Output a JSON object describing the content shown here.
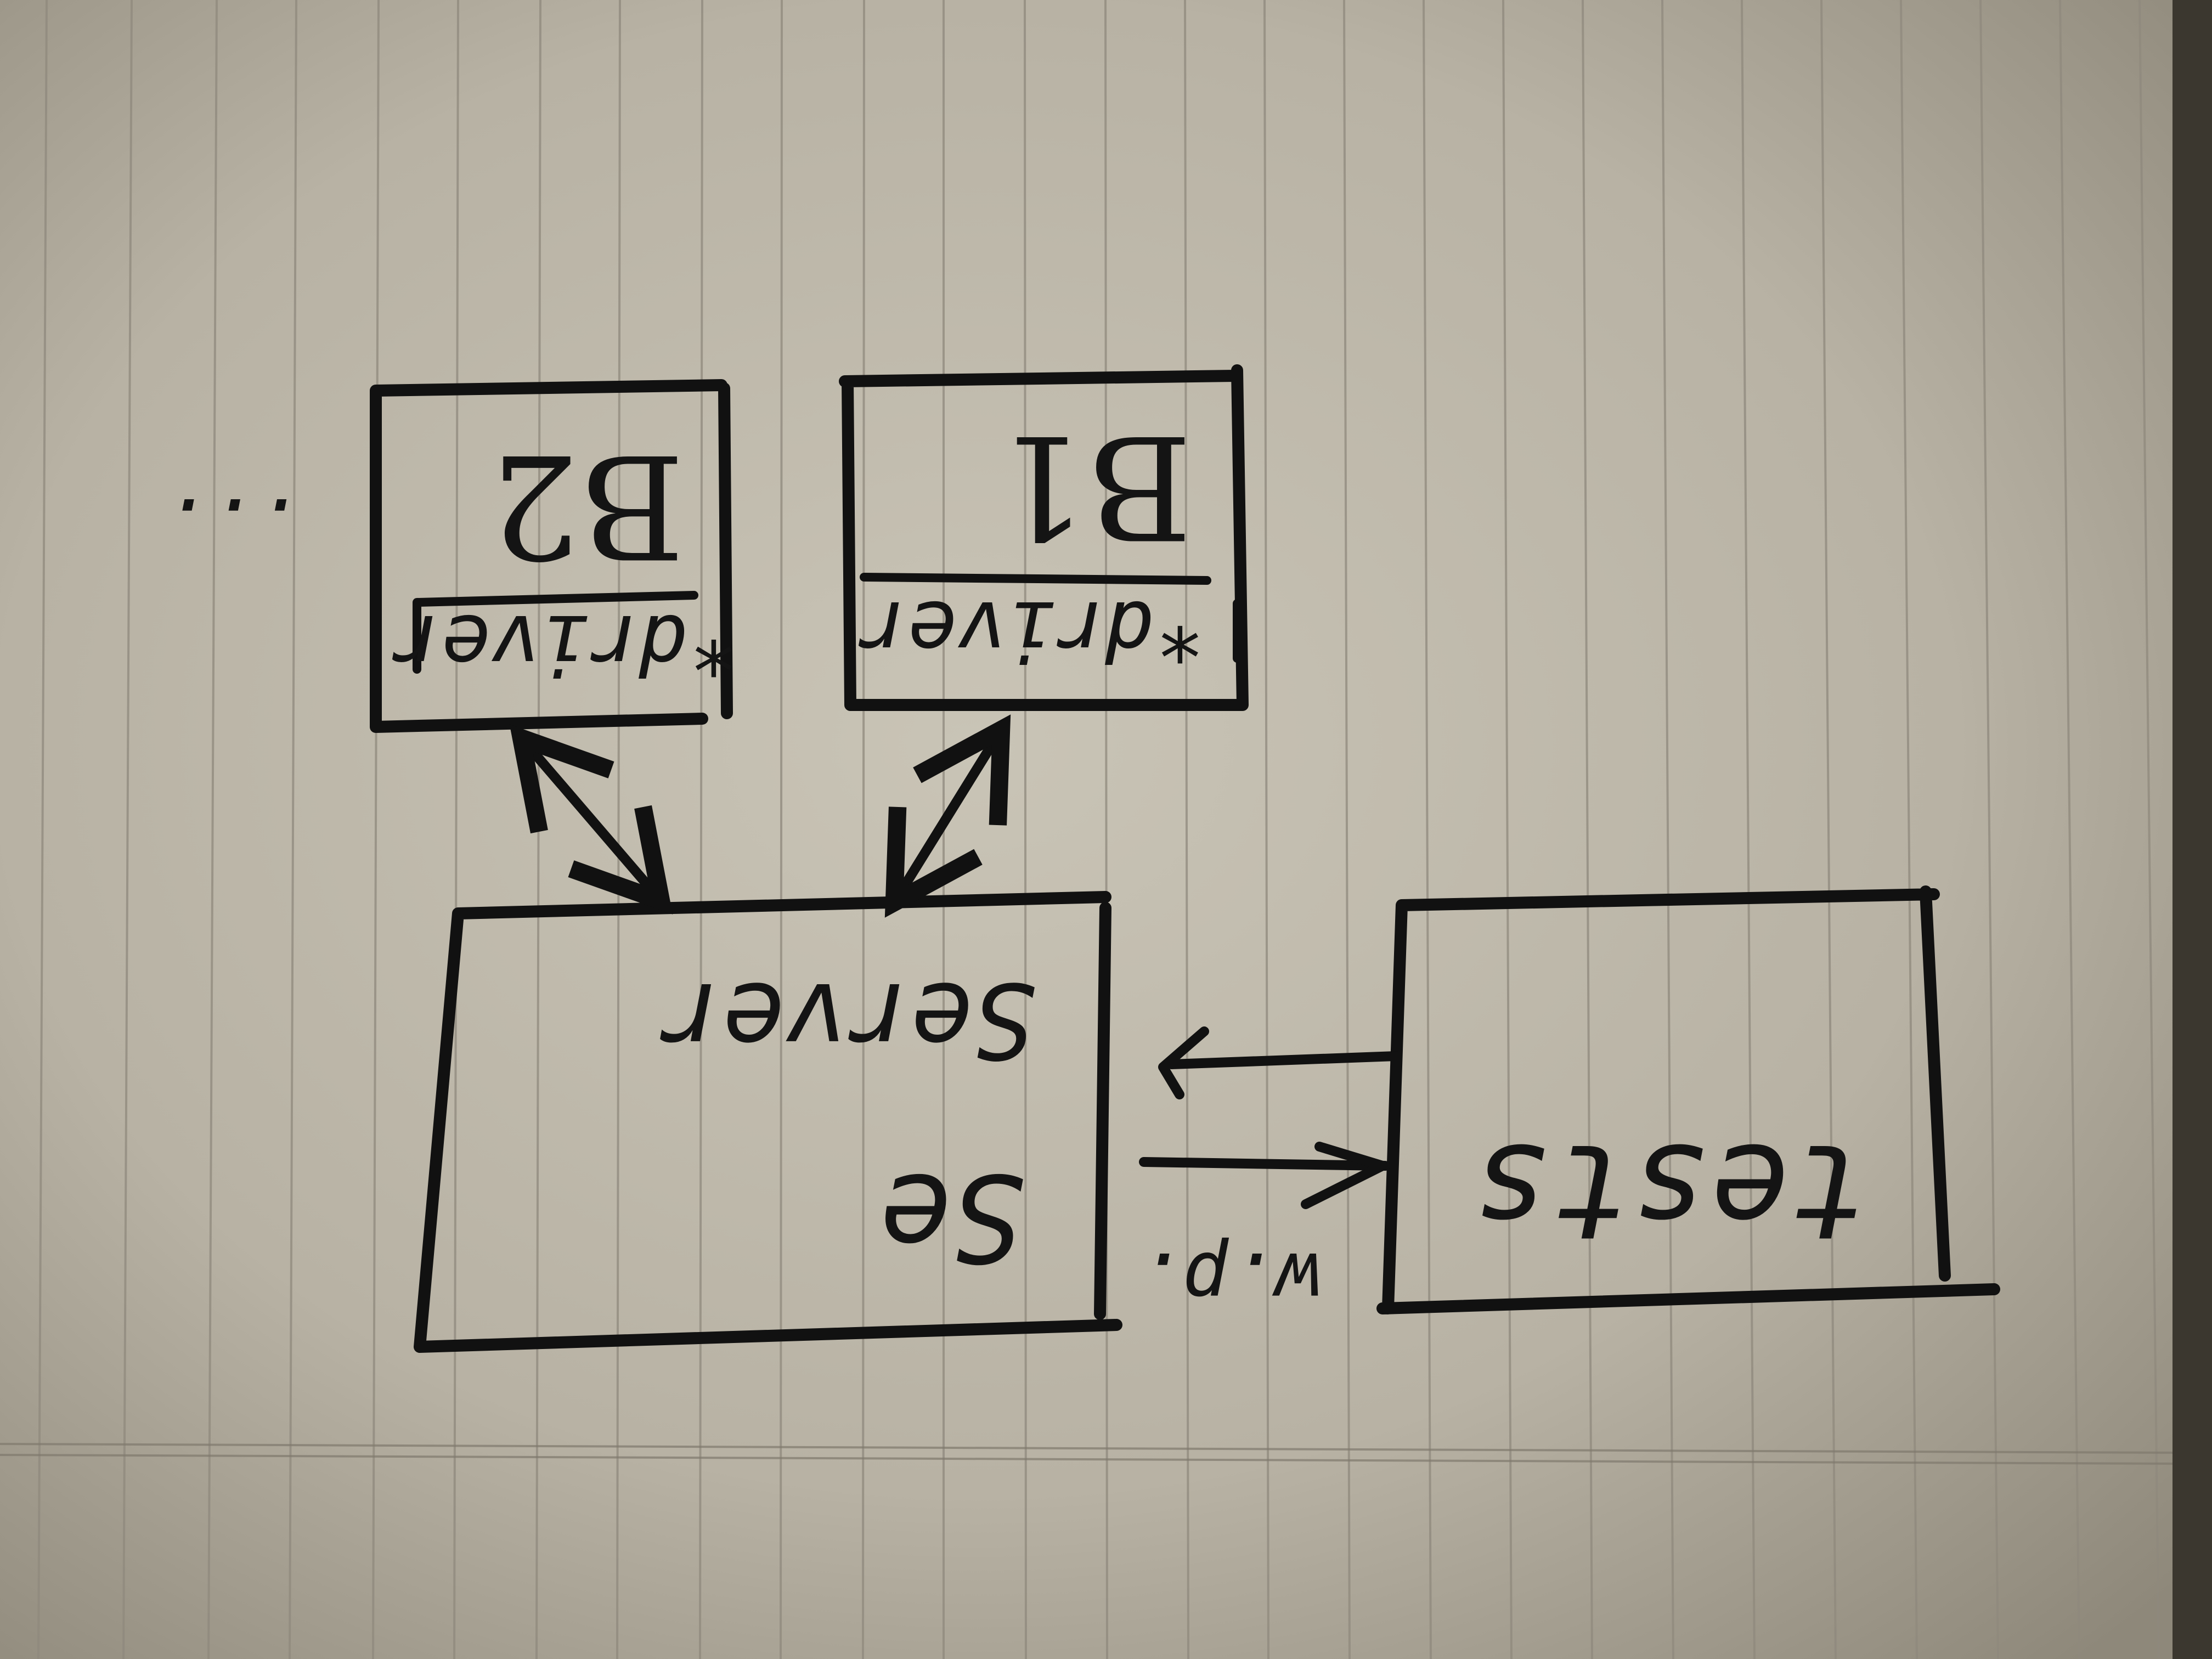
{
  "diagram": {
    "nodes": {
      "tests": "tests",
      "server_prefix": "Se",
      "server": "Server",
      "b1": "B1",
      "b2": "B2",
      "driver_b1": "*driver",
      "driver_b2": "*driver"
    },
    "edge_label": "w.p.",
    "ellipsis": "..."
  },
  "colors": {
    "paper": "#b8b2a4",
    "rule_line": "#8f897d",
    "ink": "#111111"
  }
}
